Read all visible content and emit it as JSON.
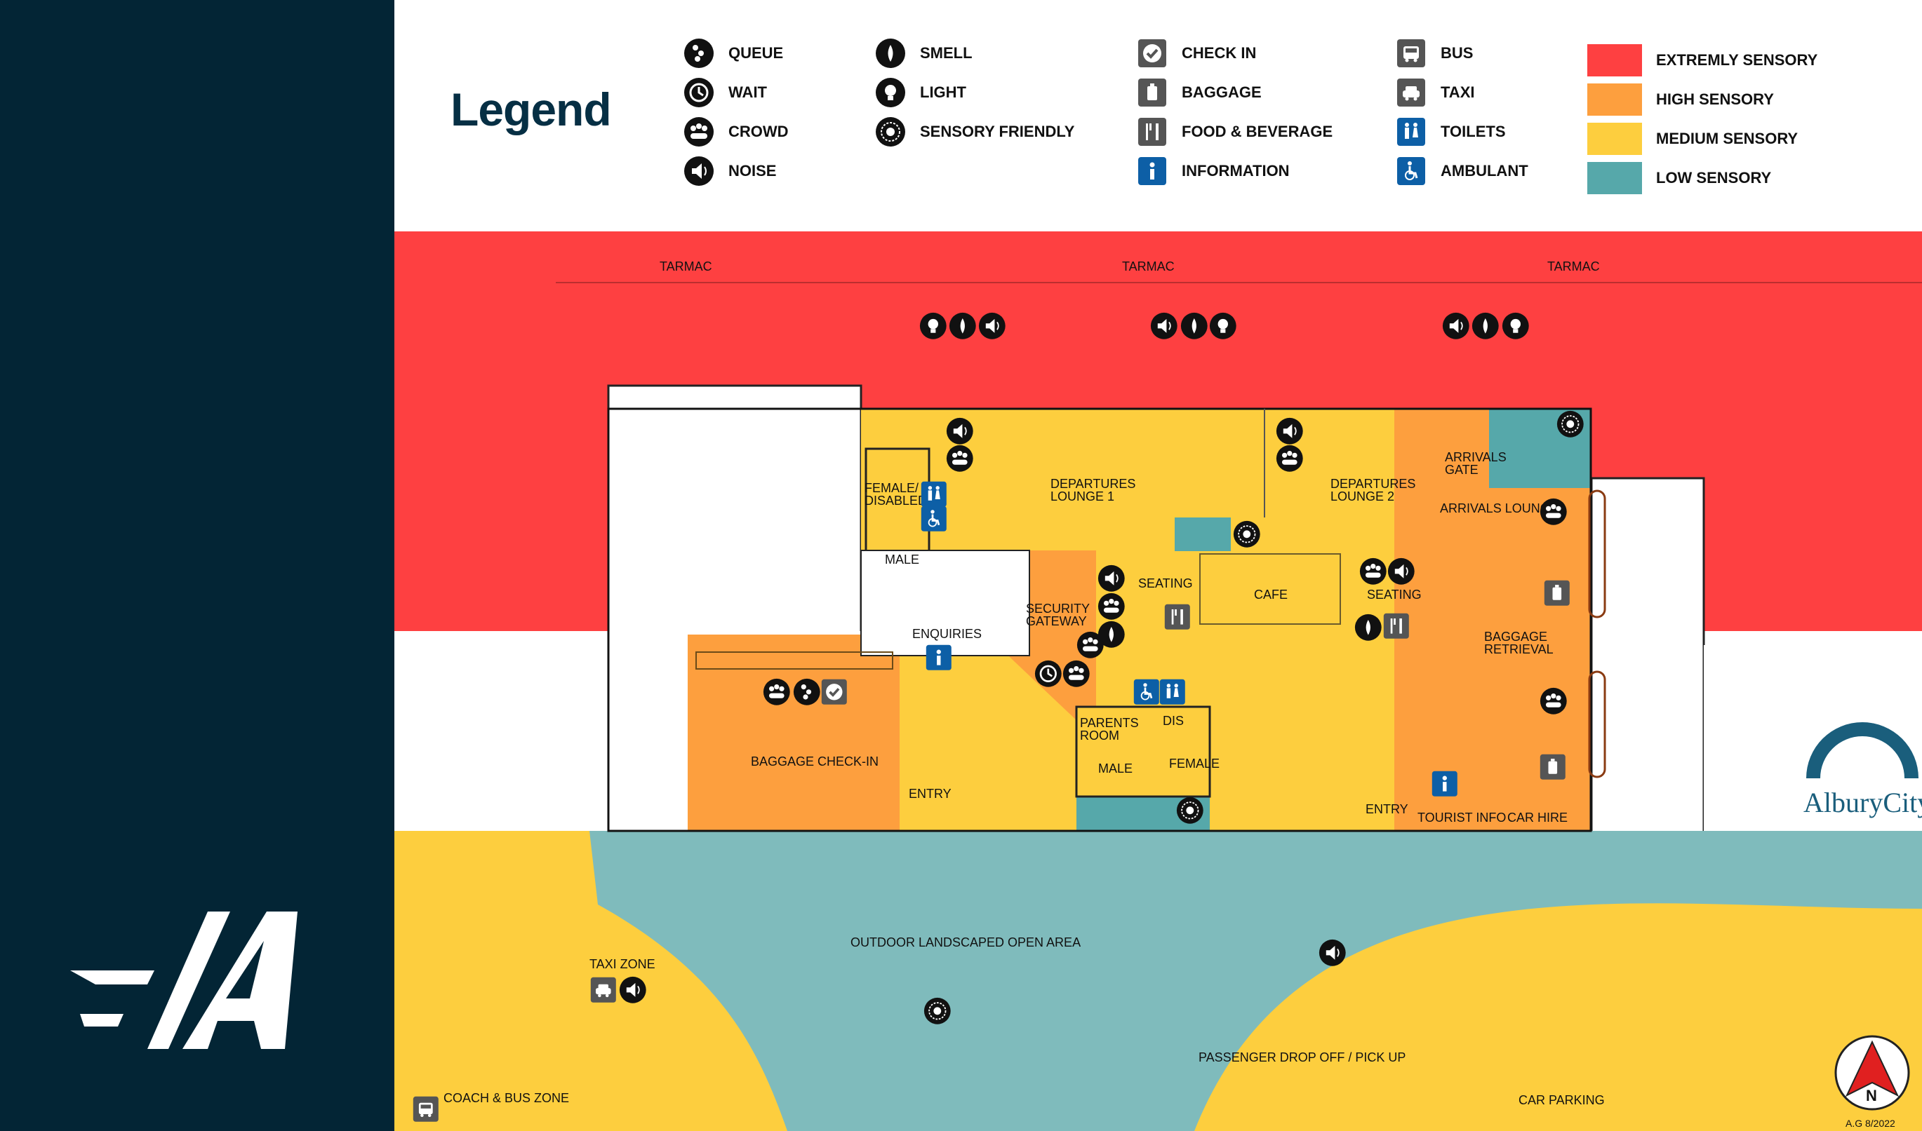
{
  "legend": {
    "title": "Legend",
    "items": [
      {
        "label": "QUEUE",
        "icon": "queue-icon"
      },
      {
        "label": "WAIT",
        "icon": "wait-icon"
      },
      {
        "label": "CROWD",
        "icon": "crowd-icon"
      },
      {
        "label": "NOISE",
        "icon": "noise-icon"
      },
      {
        "label": "SMELL",
        "icon": "smell-icon"
      },
      {
        "label": "LIGHT",
        "icon": "light-icon"
      },
      {
        "label": "SENSORY FRIENDLY",
        "icon": "sensory-friendly-icon"
      },
      {
        "label": "CHECK IN",
        "icon": "check-in-icon"
      },
      {
        "label": "BAGGAGE",
        "icon": "baggage-icon"
      },
      {
        "label": "FOOD & BEVERAGE",
        "icon": "food-beverage-icon"
      },
      {
        "label": "INFORMATION",
        "icon": "information-icon"
      },
      {
        "label": "BUS",
        "icon": "bus-icon"
      },
      {
        "label": "TAXI",
        "icon": "taxi-icon"
      },
      {
        "label": "TOILETS",
        "icon": "toilets-icon"
      },
      {
        "label": "AMBULANT",
        "icon": "ambulant-icon"
      }
    ],
    "zones": [
      {
        "label": "EXTREMLY SENSORY",
        "color": "#fe4041"
      },
      {
        "label": "HIGH SENSORY",
        "color": "#fd9f3e"
      },
      {
        "label": "MEDIUM SENSORY",
        "color": "#fdce3e"
      },
      {
        "label": "LOW SENSORY",
        "color": "#56a8aa"
      }
    ]
  },
  "map": {
    "labels": {
      "tarmac_1": "TARMAC",
      "tarmac_2": "TARMAC",
      "tarmac_3": "TARMAC",
      "female_disabled": "FEMALE/\nDISABLED",
      "male": "MALE",
      "departures_lounge_1": "DEPARTURES\nLOUNGE 1",
      "departures_lounge_2": "DEPARTURES\nLOUNGE 2",
      "arrivals_gate": "ARRIVALS\nGATE",
      "arrivals_lounge": "ARRIVALS LOUNGE",
      "seating_1": "SEATING",
      "cafe": "CAFE",
      "seating_2": "SEATING",
      "security_gateway": "SECURITY\nGATEWAY",
      "enquiries": "ENQUIRIES",
      "baggage_retrieval": "BAGGAGE\nRETRIEVAL",
      "parents_room": "PARENTS\nROOM",
      "dis": "DIS",
      "male_2": "MALE",
      "female_2": "FEMALE",
      "baggage_check_in": "BAGGAGE CHECK-IN",
      "entry_1": "ENTRY",
      "entry_2": "ENTRY",
      "tourist_info": "TOURIST INFO",
      "car_hire": "CAR HIRE",
      "outdoor_area": "OUTDOOR LANDSCAPED OPEN AREA",
      "taxi_zone": "TAXI ZONE",
      "drop_off": "PASSENGER DROP OFF / PICK UP",
      "car_parking": "CAR PARKING",
      "coach_bus_zone": "COACH & BUS ZONE"
    },
    "zone_colors": {
      "extreme": "#fe4041",
      "high": "#fd9f3e",
      "medium": "#fdce3e",
      "low": "#56a8aa",
      "outdoor_low": "#7fbbbc"
    },
    "city_logo": "AlburyCity",
    "credit": "A.G    8/2022",
    "compass": "N"
  }
}
